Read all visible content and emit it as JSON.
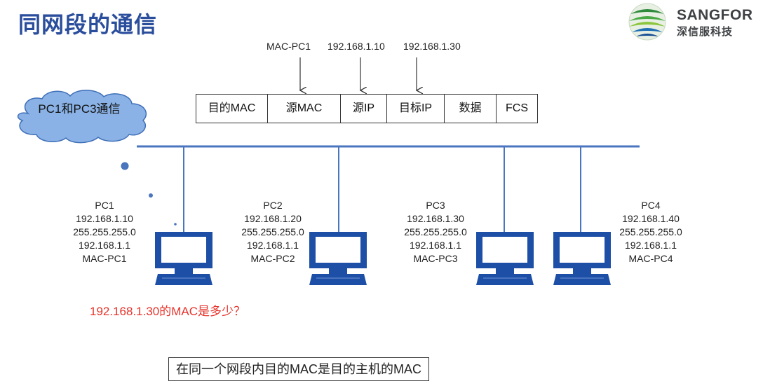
{
  "title": "同网段的通信",
  "logo": {
    "brand": "SANGFOR",
    "subtitle": "深信服科技"
  },
  "header_labels": [
    {
      "text": "MAC-PC1"
    },
    {
      "text": "192.168.1.10"
    },
    {
      "text": "192.168.1.30"
    }
  ],
  "frame_fields": [
    {
      "label": "目的MAC"
    },
    {
      "label": "源MAC"
    },
    {
      "label": "源IP"
    },
    {
      "label": "目标IP"
    },
    {
      "label": "数据"
    },
    {
      "label": "FCS"
    }
  ],
  "cloud_text": "PC1和PC3通信",
  "pcs": [
    {
      "name": "PC1",
      "ip": "192.168.1.10",
      "mask": "255.255.255.0",
      "gateway": "192.168.1.1",
      "mac": "MAC-PC1"
    },
    {
      "name": "PC2",
      "ip": "192.168.1.20",
      "mask": "255.255.255.0",
      "gateway": "192.168.1.1",
      "mac": "MAC-PC2"
    },
    {
      "name": "PC3",
      "ip": "192.168.1.30",
      "mask": "255.255.255.0",
      "gateway": "192.168.1.1",
      "mac": "MAC-PC3"
    },
    {
      "name": "PC4",
      "ip": "192.168.1.40",
      "mask": "255.255.255.0",
      "gateway": "192.168.1.1",
      "mac": "MAC-PC4"
    }
  ],
  "question": "192.168.1.30的MAC是多少？",
  "note": "在同一个网段内目的MAC是目的主机的MAC",
  "colors": {
    "title": "#2a4d9c",
    "bus_line": "#4a76c0",
    "monitor": "#1d4fa6",
    "cloud_fill": "#8ab2e6",
    "cloud_stroke": "#3f6fb7",
    "question": "#e6322a"
  }
}
